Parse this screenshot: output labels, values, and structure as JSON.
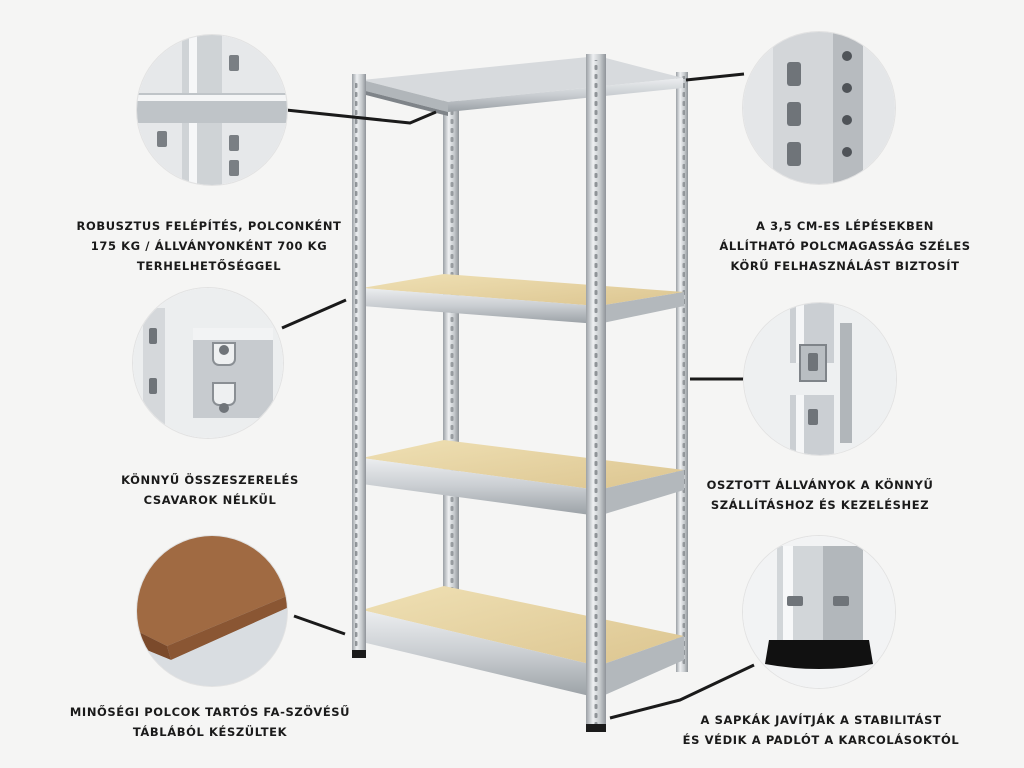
{
  "colors": {
    "background": "#f5f5f4",
    "text": "#1a1a1a",
    "leader_line": "#1a1a1a",
    "steel_light": "#e9ebed",
    "steel_mid": "#c3c7cb",
    "steel_dark": "#8e9398",
    "board_top": "#e8d6a6",
    "board_edge": "#d8c28c",
    "mdf_brown": "#a06a42",
    "end_cap": "#111111"
  },
  "product": {
    "icon": "metal-storage-shelf-icon"
  },
  "callouts": {
    "robust": {
      "lines": [
        "ROBUSZTUS FELÉPÍTÉS, POLCONKÉNT",
        "175 KG / ÁLLVÁNYONKÉNT 700 KG",
        "TERHELHETŐSÉGGEL"
      ],
      "icon": "corner-joint-closeup-icon"
    },
    "adjustable": {
      "lines": [
        "A 3,5 CM-ES LÉPÉSEKBEN",
        "ÁLLÍTHATÓ POLCMAGASSÁG SZÉLES",
        "KÖRŰ FELHASZNÁLÁST BIZTOSÍT"
      ],
      "icon": "slotted-upright-closeup-icon"
    },
    "assembly": {
      "lines": [
        "KÖNNYŰ ÖSSZESZERELÉS",
        "CSAVAROK NÉLKÜL"
      ],
      "icon": "keyhole-clip-closeup-icon"
    },
    "split": {
      "lines": [
        "OSZTOTT ÁLLVÁNYOK A KÖNNYŰ",
        "SZÁLLÍTÁSHOZ ÉS KEZELÉSHEZ"
      ],
      "icon": "split-upright-connector-closeup-icon"
    },
    "shelves": {
      "lines": [
        "MINŐSÉGI POLCOK TARTÓS FA-SZÖVÉSŰ",
        "TÁBLÁBÓL KÉSZÜLTEK"
      ],
      "icon": "mdf-board-closeup-icon"
    },
    "caps": {
      "lines": [
        "A SAPKÁK JAVÍTJÁK A STABILITÁST",
        "ÉS VÉDIK A PADLÓT A KARCOLÁSOKTÓL"
      ],
      "icon": "rubber-foot-cap-closeup-icon"
    }
  }
}
